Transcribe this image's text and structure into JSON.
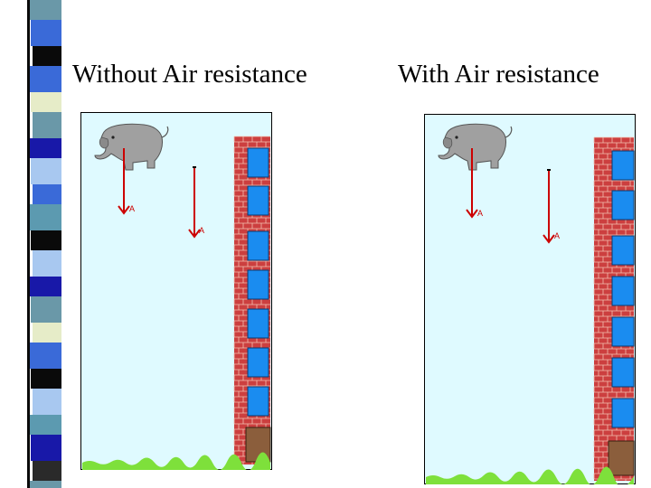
{
  "slide": {
    "left_heading": "Without Air resistance",
    "right_heading": "With Air resistance"
  },
  "panels": [
    {
      "id": "left",
      "arrow_label": "A"
    },
    {
      "id": "right",
      "arrow_label": "A"
    }
  ],
  "icons": {
    "elephant": "elephant-icon",
    "ball": "ball-icon",
    "building": "brick-building-icon"
  },
  "colors": {
    "sky": "#dffaff",
    "brick": "#cc3f3f",
    "window": "#1a8cf0",
    "door": "#8b5e3c",
    "grass": "#7ee03b",
    "arrow": "#cc0000",
    "elephant": "#a0a0a0",
    "stripe_palette": [
      "#6a98a8",
      "#3a6ad8",
      "#0a0a0a",
      "#e6ecc8",
      "#a8c8f0",
      "#1818a8",
      "#5c9ab0",
      "#ffffff",
      "#2a2a2a"
    ]
  }
}
